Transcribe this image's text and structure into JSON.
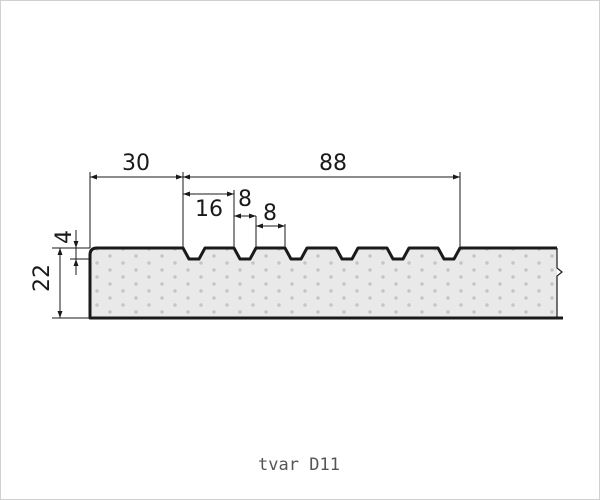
{
  "drawing": {
    "dimensions": {
      "d30": "30",
      "d88": "88",
      "d16": "16",
      "d8a": "8",
      "d8b": "8",
      "d4": "4",
      "d22": "22"
    },
    "caption": "tvar D11"
  },
  "colors": {
    "outline": "#1a1a1a",
    "fill": "#e9e9e9",
    "dots": "#c4c4c4",
    "border": "#d0d0d0"
  }
}
